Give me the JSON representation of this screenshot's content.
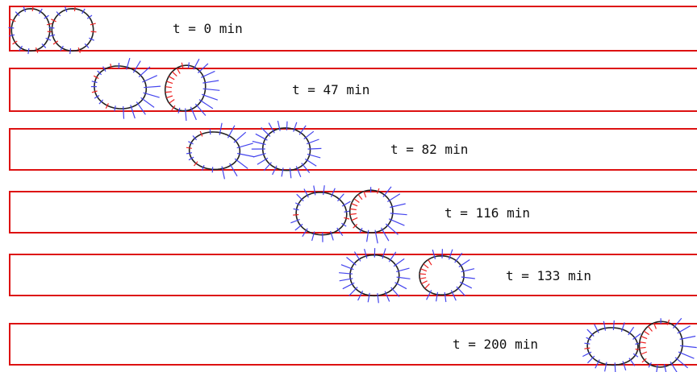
{
  "colors": {
    "channel": "#dd1111",
    "cell_outline": "#222222",
    "protrusion": "#4444ee",
    "contact_force": "#ee2222",
    "text": "#111111"
  },
  "frames": [
    {
      "time_label": "t = 0 min"
    },
    {
      "time_label": "t = 47 min"
    },
    {
      "time_label": "t = 82 min"
    },
    {
      "time_label": "t = 116 min"
    },
    {
      "time_label": "t = 133 min"
    },
    {
      "time_label": "t = 200 min"
    }
  ]
}
